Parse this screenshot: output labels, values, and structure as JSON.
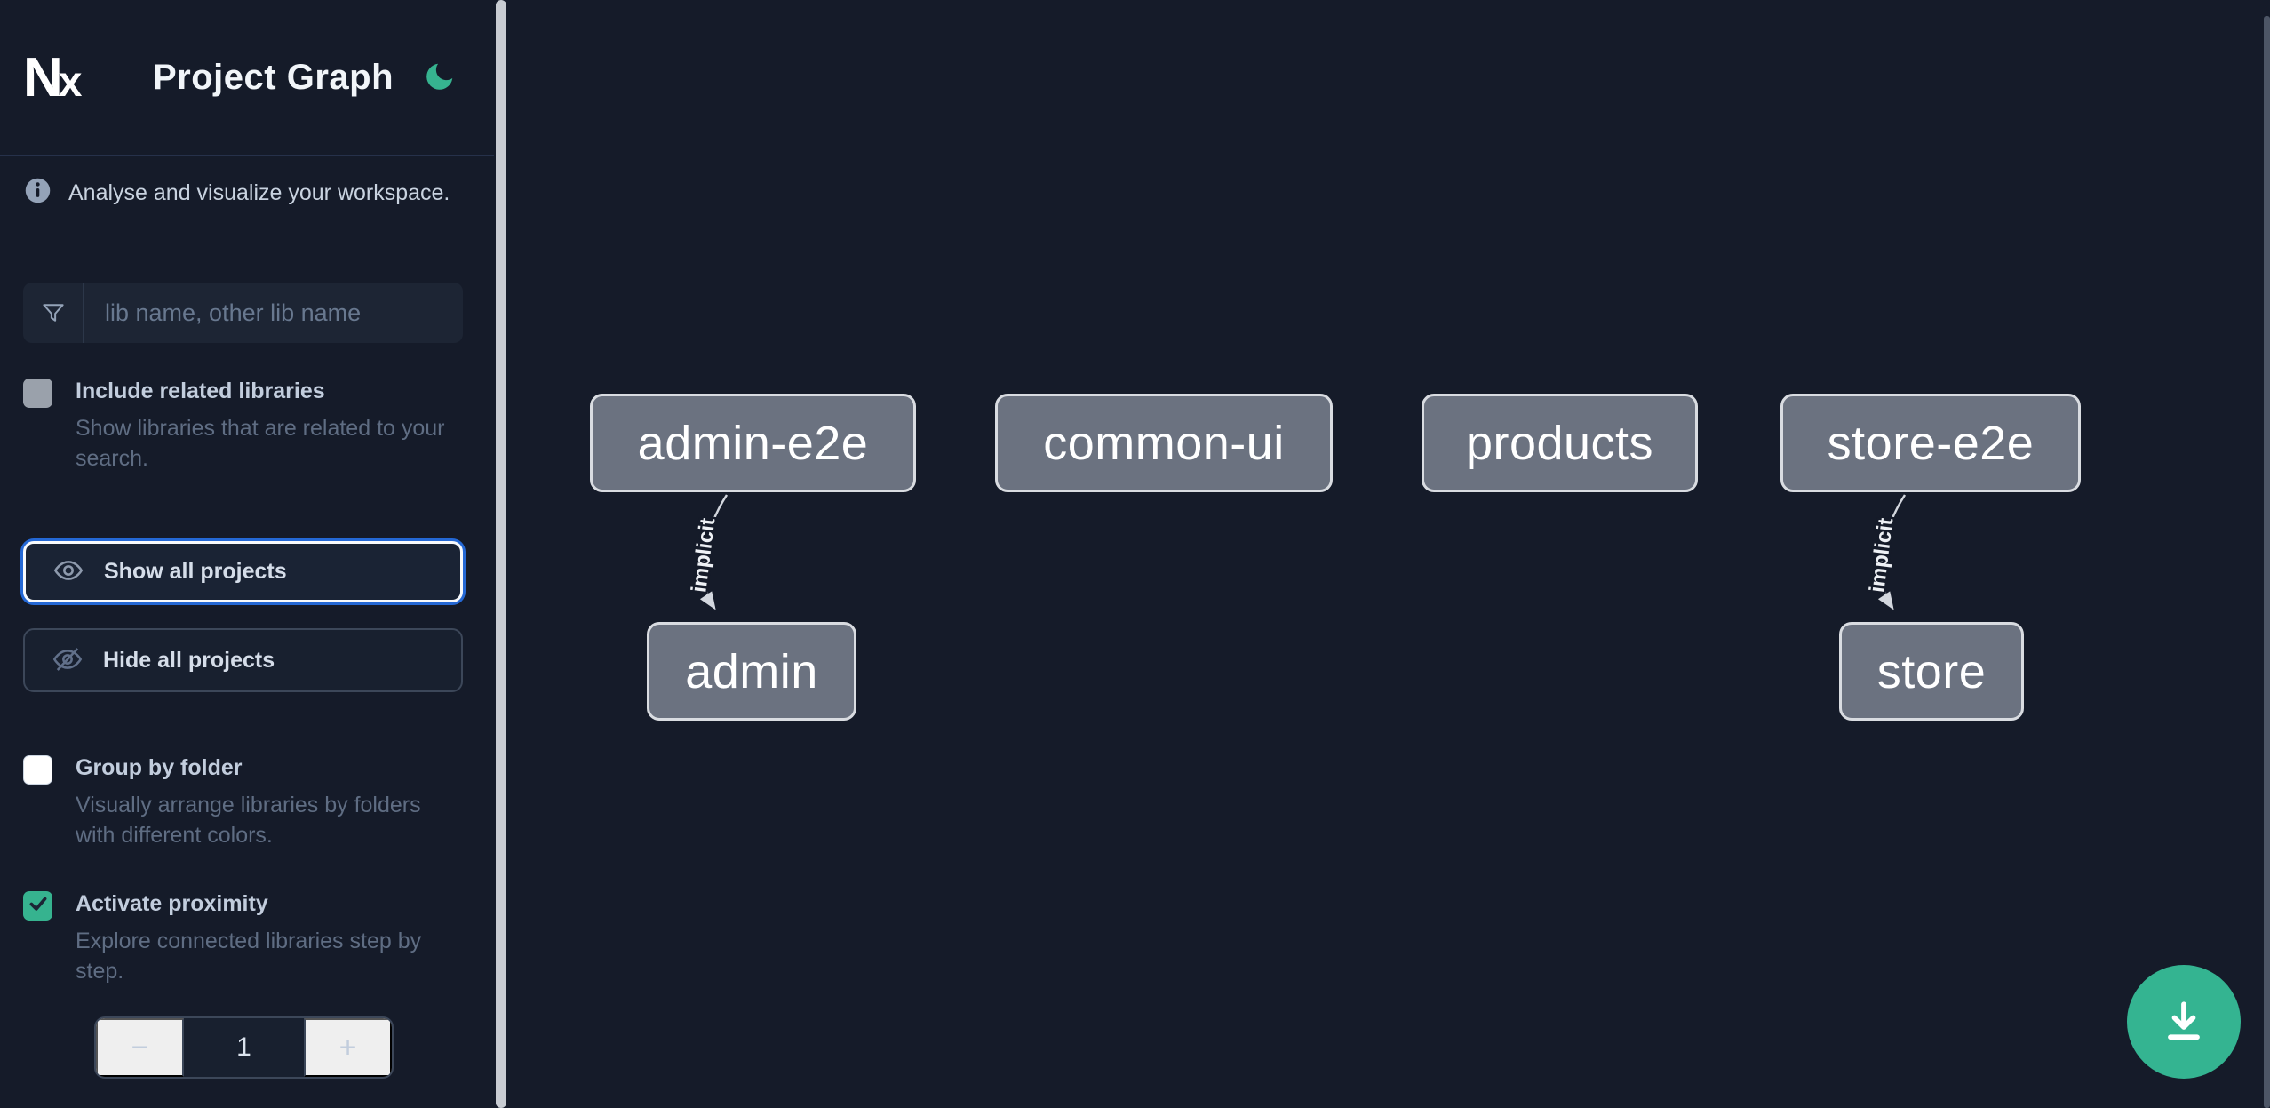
{
  "app": {
    "logo_text": "N",
    "logo_x": "x",
    "title": "Project Graph"
  },
  "colors": {
    "accent_green": "#36b38f",
    "focus_blue": "#2468d5",
    "background": "#151b29",
    "node_fill": "#6b7280"
  },
  "sidebar": {
    "info_text": "Analyse and visualize your workspace.",
    "search": {
      "placeholder": "lib name, other lib name",
      "value": ""
    },
    "include_related": {
      "label": "Include related libraries",
      "description": "Show libraries that are related to your search.",
      "checked": false
    },
    "show_all_label": "Show all projects",
    "hide_all_label": "Hide all projects",
    "group_by_folder": {
      "label": "Group by folder",
      "description": "Visually arrange libraries by folders with different colors.",
      "checked": false
    },
    "proximity": {
      "label": "Activate proximity",
      "description": "Explore connected libraries step by step.",
      "checked": true,
      "depth": {
        "decrement": "−",
        "value": "1",
        "increment": "+"
      }
    }
  },
  "graph": {
    "nodes": [
      {
        "label": "admin-e2e"
      },
      {
        "label": "common-ui"
      },
      {
        "label": "products"
      },
      {
        "label": "store-e2e"
      },
      {
        "label": "admin"
      },
      {
        "label": "store"
      }
    ],
    "edges": [
      {
        "source": "admin-e2e",
        "target": "admin",
        "label": "implicit"
      },
      {
        "source": "store-e2e",
        "target": "store",
        "label": "implicit"
      }
    ]
  }
}
